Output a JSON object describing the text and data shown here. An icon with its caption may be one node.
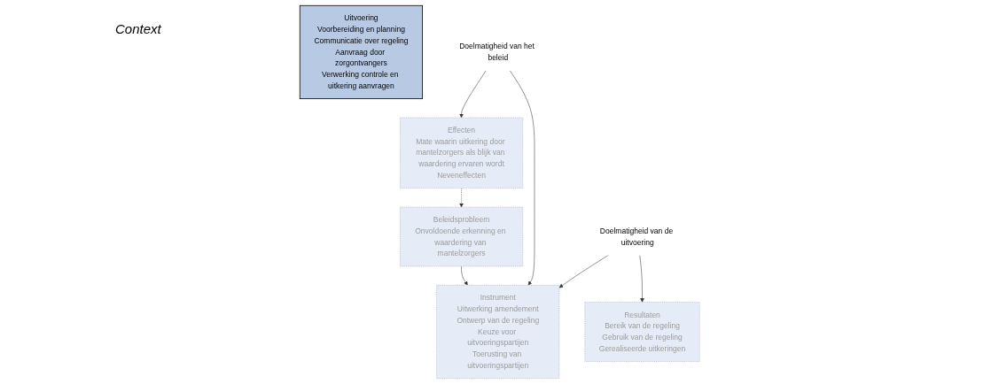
{
  "diagram": {
    "nodes": [
      {
        "text": [
          "Beleidsprobleem",
          "Onvoldoende erkenning en waardering van mantelzorgers"
        ]
      },
      {
        "text": [
          "Instrument",
          "Uitwerking amendement",
          "Ontwerp van de regeling",
          "Keuze voor uitvoeringspartijen",
          "Toerusting van uitvoeringspartijen"
        ]
      },
      {
        "text": [
          "Uitvoering",
          "Voorbereiding en planning",
          "Communicatie over regeling",
          "Aanvraag door zorgontvangers",
          "Verwerking controle en uitkering aanvragen"
        ]
      },
      {
        "text": [
          "Resultaten",
          "Bereik van de regeling",
          "Gebruik van de regeling",
          "Gerealiseerde uitkeringen"
        ]
      },
      {
        "text": [
          "Effecten",
          "Mate waarin uitkering door mantelzorgers als blijk van waardering ervaren wordt",
          "Neveneffecten"
        ]
      },
      {
        "text": [
          "Doelmatigheid van het beleid"
        ]
      },
      {
        "text": [
          "Doelmatigheid van de uitvoering"
        ]
      }
    ],
    "edges": [
      {
        "from": 0,
        "to": 1,
        "arrow": "to"
      },
      {
        "from": 4,
        "to": 0,
        "arrow": "to",
        "style": "dashed"
      },
      {
        "from": 5,
        "to": 1,
        "arrow": "to"
      },
      {
        "from": 5,
        "to": 4,
        "arrow": "to"
      },
      {
        "from": 6,
        "to": 1,
        "arrow": "to"
      },
      {
        "from": 6,
        "to": 3,
        "arrow": "to"
      }
    ],
    "labels": [
      "Context"
    ]
  }
}
